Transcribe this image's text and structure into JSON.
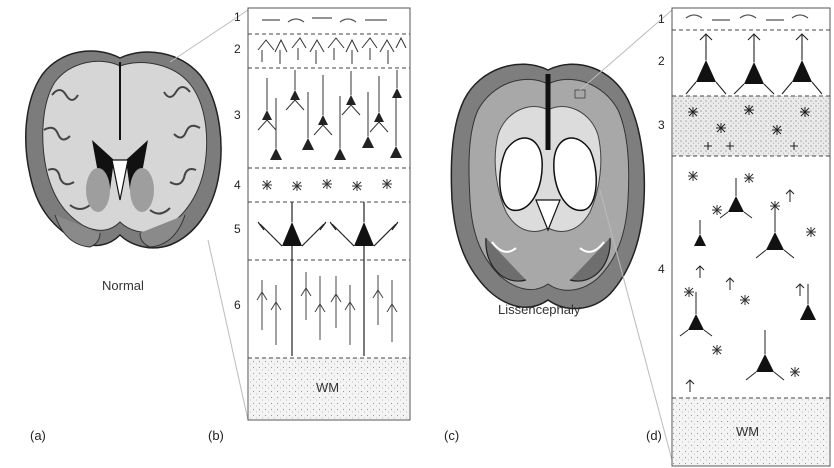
{
  "panel_a": {
    "letter": "(a)",
    "caption": "Normal"
  },
  "panel_b": {
    "letter": "(b)",
    "layers": [
      "1",
      "2",
      "3",
      "4",
      "5",
      "6"
    ],
    "wm": "WM"
  },
  "panel_c": {
    "letter": "(c)",
    "caption": "Lissencephaly"
  },
  "panel_d": {
    "letter": "(d)",
    "layers": [
      "1",
      "2",
      "3",
      "4"
    ],
    "wm": "WM"
  }
}
